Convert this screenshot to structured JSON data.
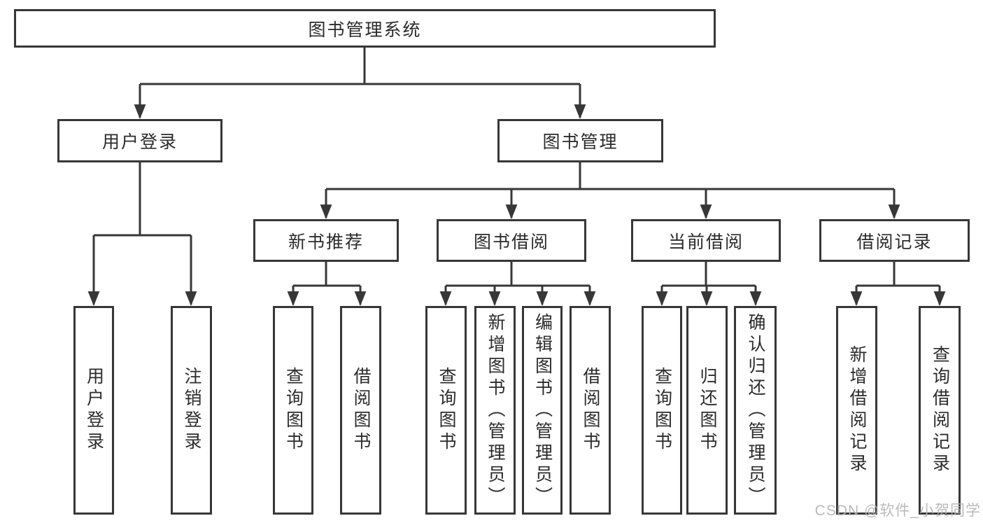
{
  "colors": {
    "line": "#373737",
    "text": "#2b2b2b",
    "watermark": "#b3b3b3",
    "background": "#ffffff"
  },
  "watermark": {
    "text": "CSDN @软件_小贺同学"
  },
  "tree": {
    "label": "图书管理系统",
    "children": [
      {
        "label": "用户登录",
        "children": [
          {
            "label": "用户登录"
          },
          {
            "label": "注销登录"
          }
        ]
      },
      {
        "label": "图书管理",
        "children": [
          {
            "label": "新书推荐",
            "children": [
              {
                "label": "查询图书"
              },
              {
                "label": "借阅图书"
              }
            ]
          },
          {
            "label": "图书借阅",
            "children": [
              {
                "label": "查询图书"
              },
              {
                "label": "新增图书（管理员）"
              },
              {
                "label": "编辑图书（管理员）"
              },
              {
                "label": "借阅图书"
              }
            ]
          },
          {
            "label": "当前借阅",
            "children": [
              {
                "label": "查询图书"
              },
              {
                "label": "归还图书"
              },
              {
                "label": "确认归还（管理员）"
              }
            ]
          },
          {
            "label": "借阅记录",
            "children": [
              {
                "label": "新增借阅记录"
              },
              {
                "label": "查询借阅记录"
              }
            ]
          }
        ]
      }
    ]
  }
}
